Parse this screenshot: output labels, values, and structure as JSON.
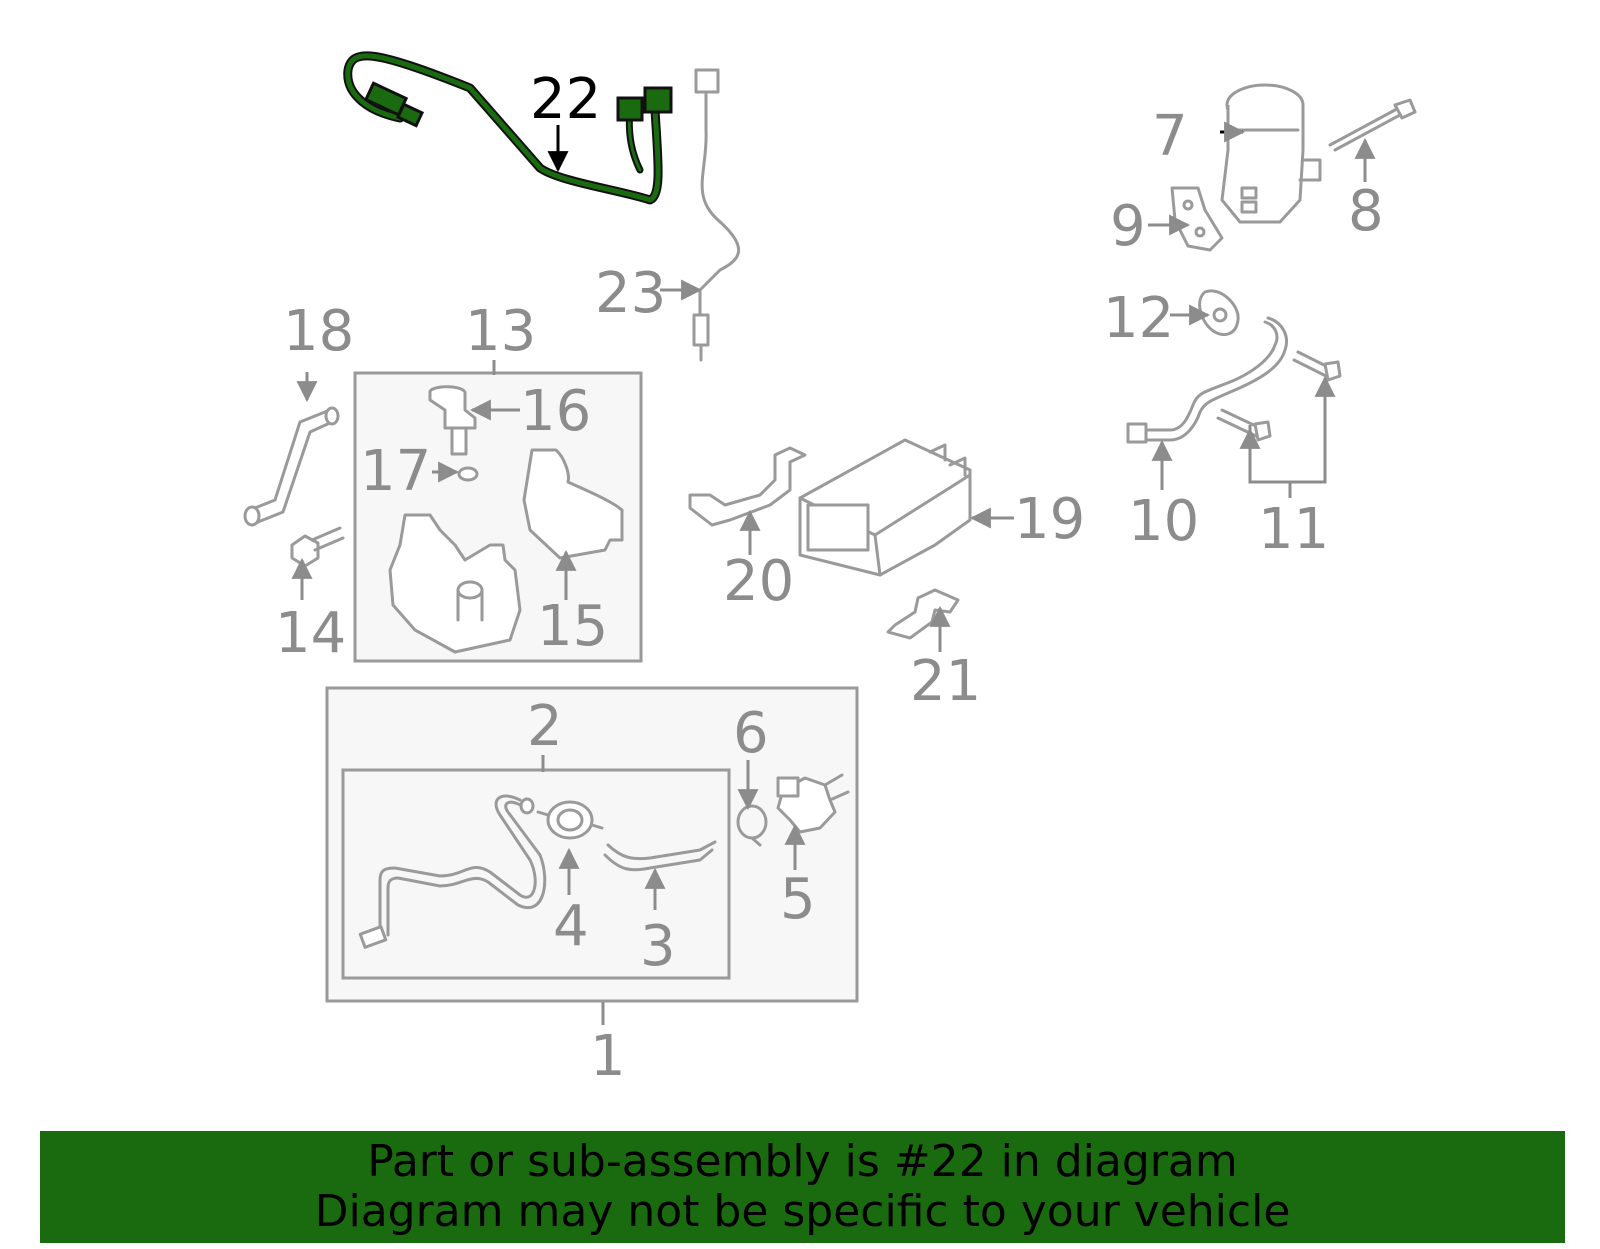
{
  "diagram": {
    "highlight_color": "#1a6b0f",
    "part_color": "#9a9a9a",
    "callouts": [
      "1",
      "2",
      "3",
      "4",
      "5",
      "6",
      "7",
      "8",
      "9",
      "10",
      "11",
      "12",
      "13",
      "14",
      "15",
      "16",
      "17",
      "18",
      "19",
      "20",
      "21",
      "22",
      "23"
    ],
    "highlighted_callout": "22"
  },
  "banner": {
    "line1": "Part or sub-assembly is #22 in diagram",
    "line2": "Diagram may not be specific to your vehicle",
    "color": "#1a6b0f"
  }
}
